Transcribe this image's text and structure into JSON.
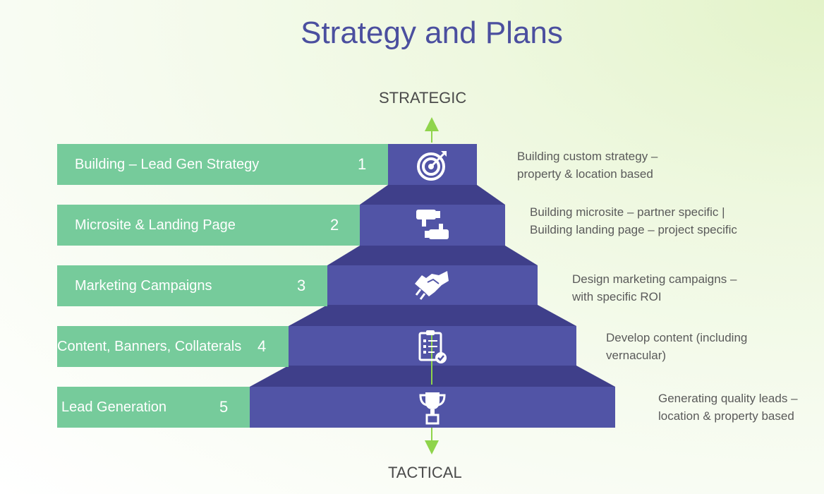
{
  "title": "Strategy and Plans",
  "axis": {
    "top": "STRATEGIC",
    "bottom": "TACTICAL"
  },
  "colors": {
    "bar": "#76cb9b",
    "step_front": "#5154a6",
    "step_top": "#3f3f8a",
    "arrow": "#8fd44b",
    "title": "#4b4f9f"
  },
  "steps": [
    {
      "number": "1",
      "label": "Building – Lead Gen Strategy",
      "icon": "target-icon",
      "description": [
        "Building custom strategy –",
        "property & location based"
      ]
    },
    {
      "number": "2",
      "label": "Microsite & Landing Page",
      "icon": "thumbs-icon",
      "description": [
        "Building microsite – partner specific |",
        "Building landing page – project specific"
      ]
    },
    {
      "number": "3",
      "label": "Marketing Campaigns",
      "icon": "handshake-icon",
      "description": [
        "Design marketing campaigns –",
        "with specific ROI"
      ]
    },
    {
      "number": "4",
      "label": "Content, Banners, Collaterals",
      "icon": "clipboard-check-icon",
      "description": [
        "Develop content (including",
        "vernacular)"
      ]
    },
    {
      "number": "5",
      "label": "Lead Generation",
      "icon": "trophy-icon",
      "description": [
        "Generating quality leads –",
        "location & property based"
      ]
    }
  ]
}
